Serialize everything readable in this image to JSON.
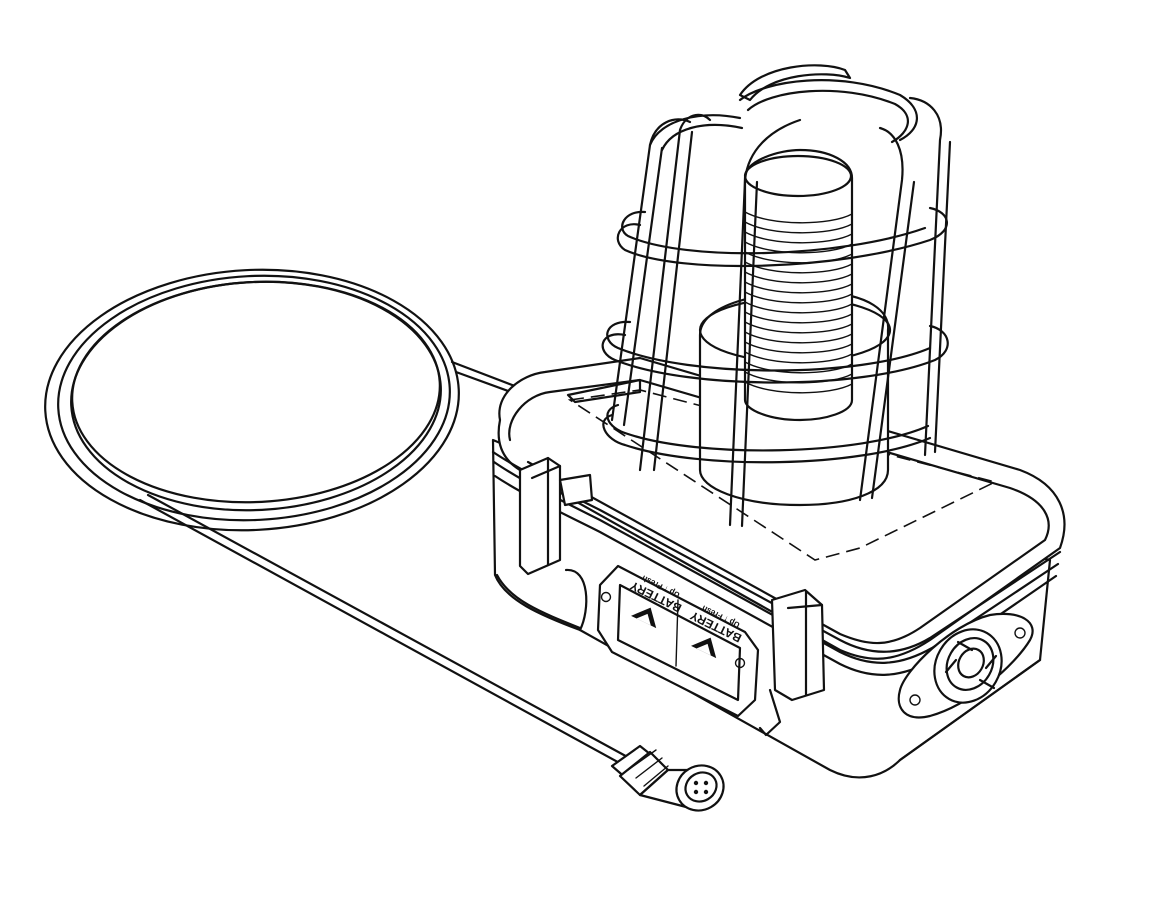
{
  "illustration": {
    "colors": {
      "line": "#111111",
      "background": "#ffffff"
    },
    "labels": [
      {
        "main": "BATTERY",
        "sub": "Up ↑ Fresh"
      },
      {
        "main": "BATTERY",
        "sub": "Up ↑ Fresh"
      }
    ]
  }
}
